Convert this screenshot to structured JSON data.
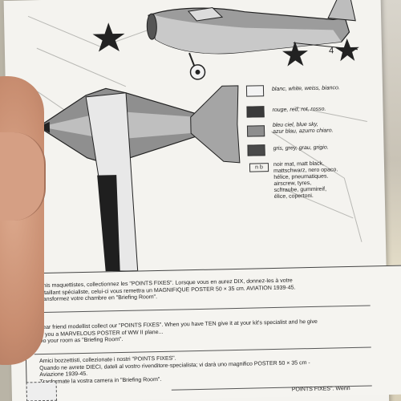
{
  "legend": [
    {
      "color": "#f3f3f3",
      "text": "blanc, white, weiss, bianco."
    },
    {
      "color": "#3a3a3a",
      "text": "rouge, red, rot, rosso."
    },
    {
      "color": "#8e8e8e",
      "text": "bleu ciel, blue sky,\nazur blau, azurro chiaro."
    },
    {
      "color": "#4a4a4a",
      "text": "gris, grey, grau, grigio."
    }
  ],
  "legend_noir": {
    "code": "n b",
    "text": "noir mat, matt black,\nmattschwarz, nero opaco.\nhélice, pneumatiques.\nairscrew, tyres,\nschraube, gummireif,\nélice, copertoni."
  },
  "aircraft": {
    "code": "4"
  },
  "paragraphs": {
    "fr": "Amis maquettistes, collectionnez les \"POINTS FIXES\". Lorsque vous en aurez DIX, donnez-les à votre\ndétaillant spécialiste, celui-ci vous remettra un MAGNIFIQUE POSTER 50 × 35 cm. AVIATION 1939-45.\nTransformez votre chambre en \"Briefing Room\".",
    "en": "Dear friend modellist collect our \"POINTS FIXES\". When you have TEN give it at your kit's specialist and he give\nto you a MARVELOUS POSTER of WW II plane...\nDo your room as \"Briefing Room\".",
    "it": "Amici bozzettisti, collezionate i nostri \"POINTS FIXES\".\nQuando ne avrete DIECI, dateli al vostro rivenditore-specialista; vi darà uno magnifico POSTER 50 × 35 cm -\nAviazione 1939-45.\nTrasformate la vostra camera in \"Briefing Room\".",
    "de": "POINTS FIXES\". Wenn"
  }
}
